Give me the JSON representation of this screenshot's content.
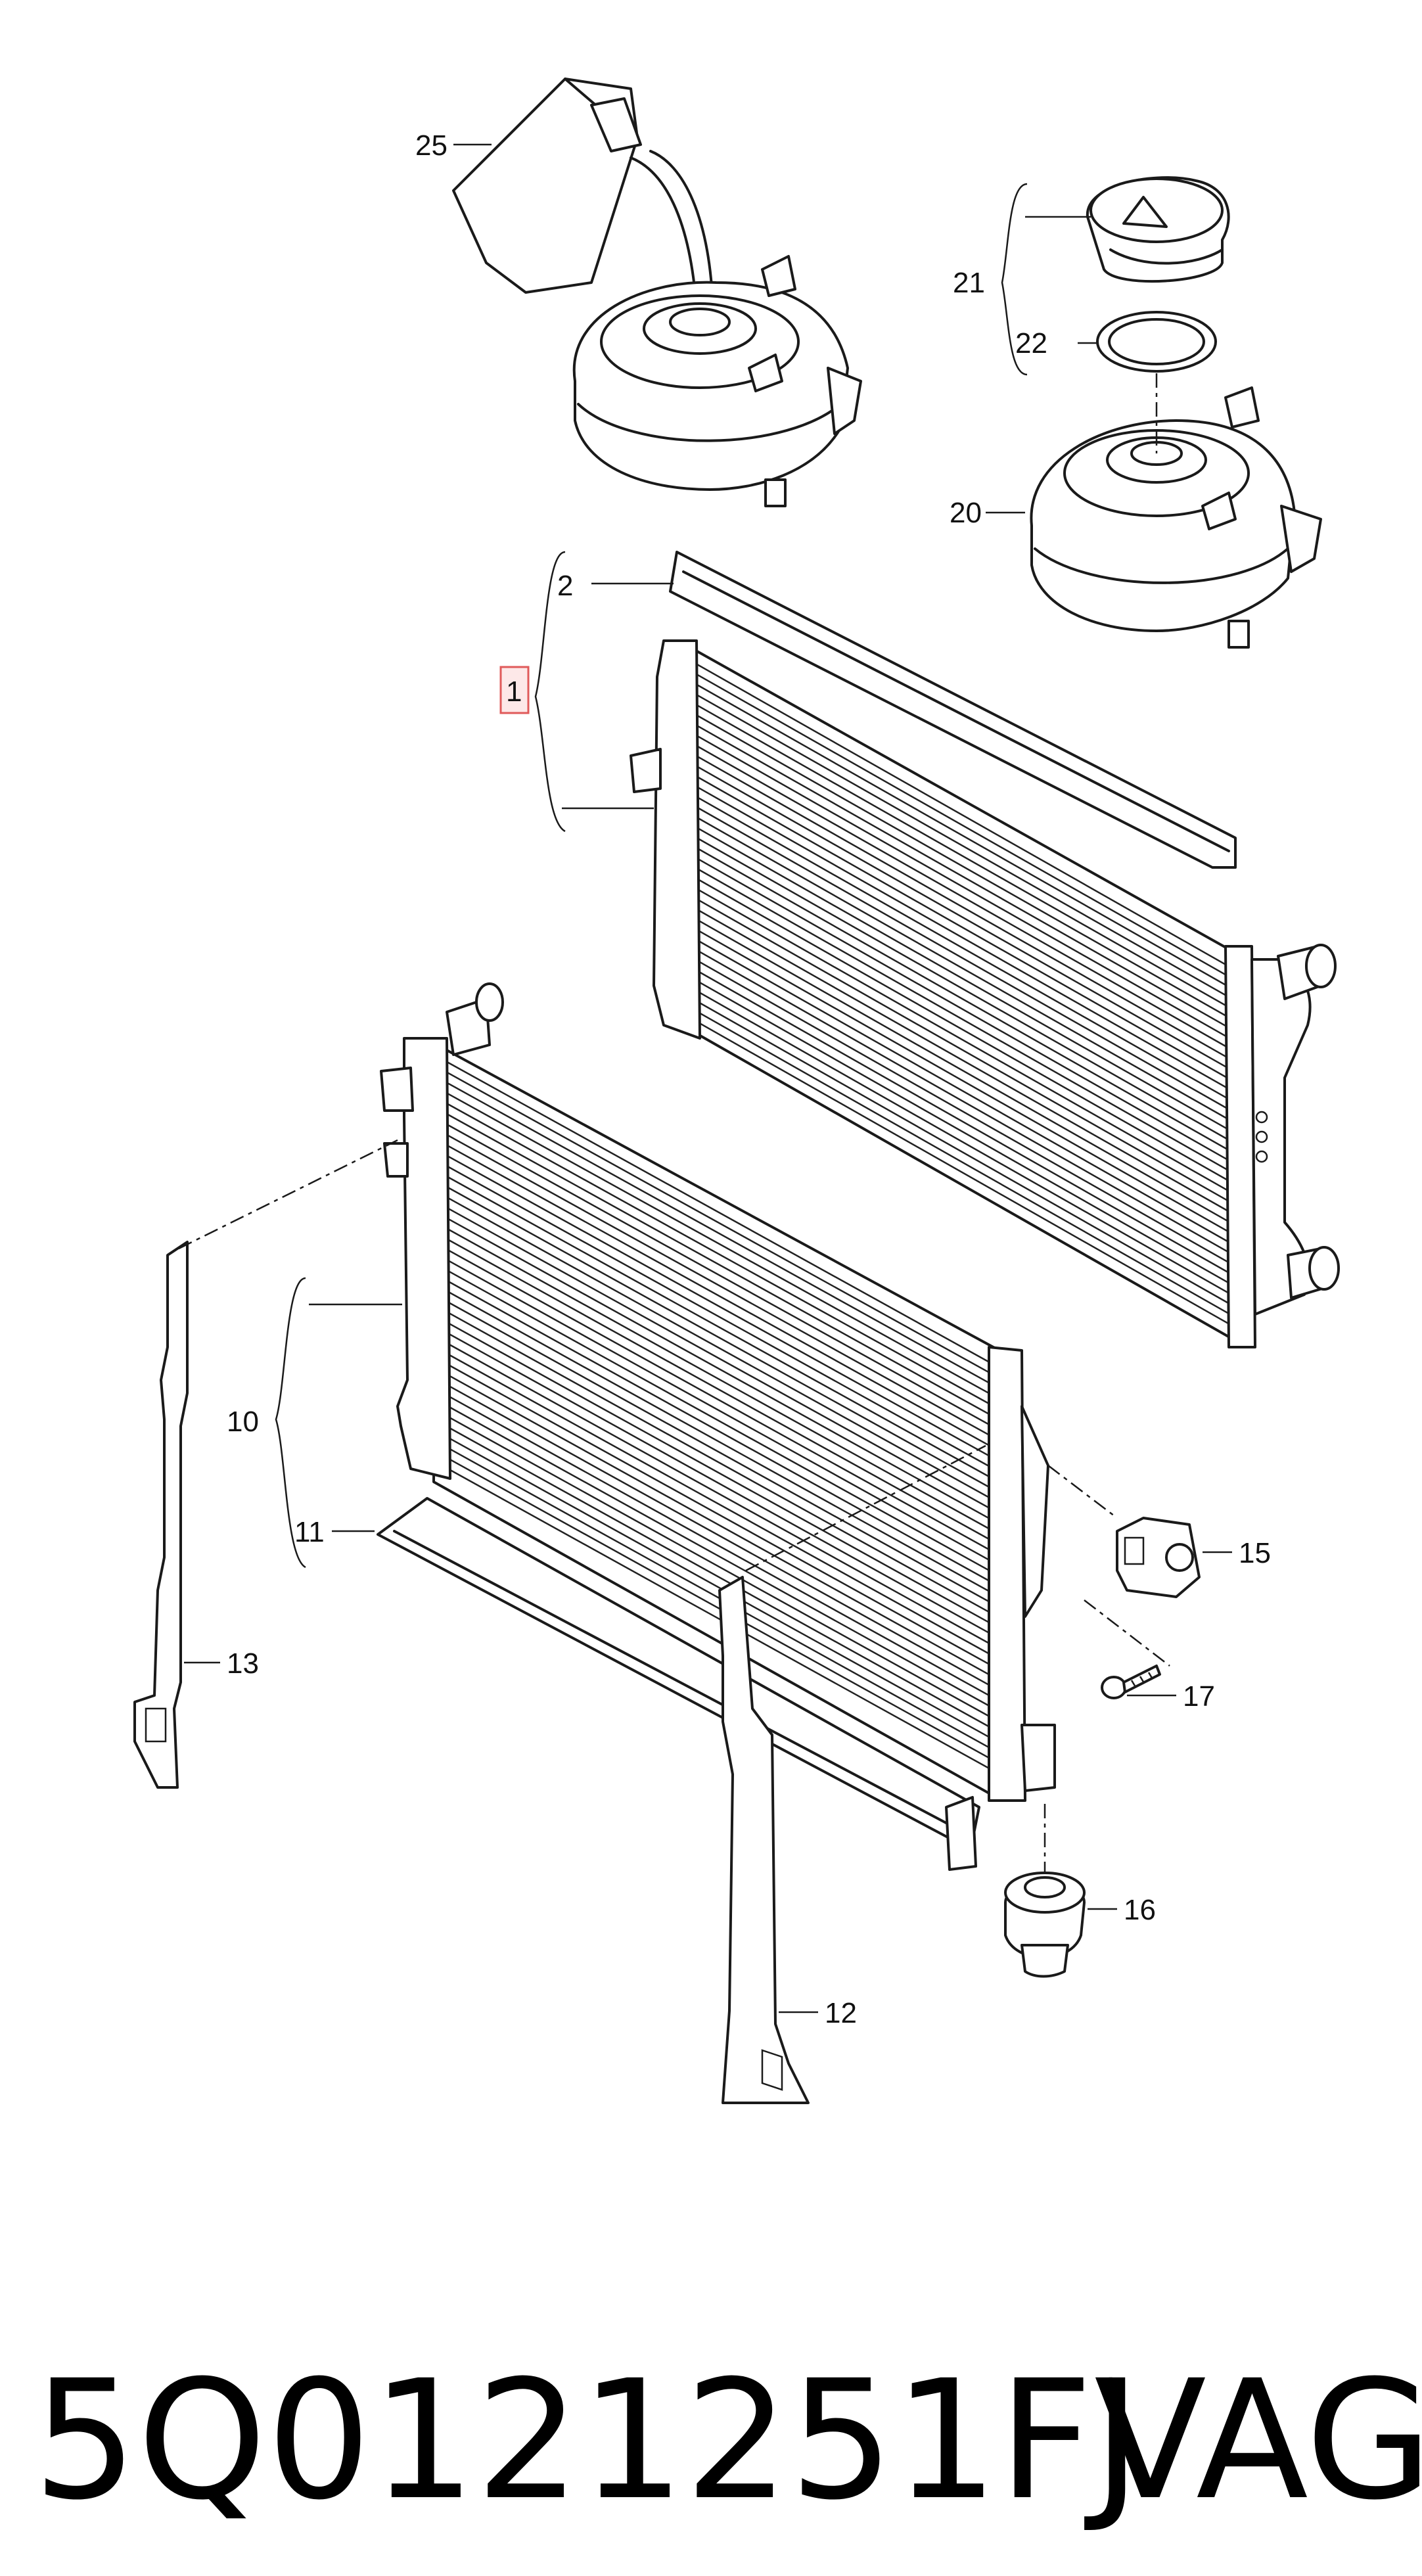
{
  "callouts": {
    "c1": "1",
    "c2": "2",
    "c10": "10",
    "c11": "11",
    "c12": "12",
    "c13": "13",
    "c15": "15",
    "c16": "16",
    "c17": "17",
    "c20": "20",
    "c21": "21",
    "c22": "22",
    "c25": "25"
  },
  "caption": {
    "part_number": "5Q0121251FJ",
    "brand": "VAG"
  },
  "colors": {
    "line": "#1a1a1a",
    "highlight_box": "#e05a5a",
    "highlight_fill": "#fde8e8"
  }
}
